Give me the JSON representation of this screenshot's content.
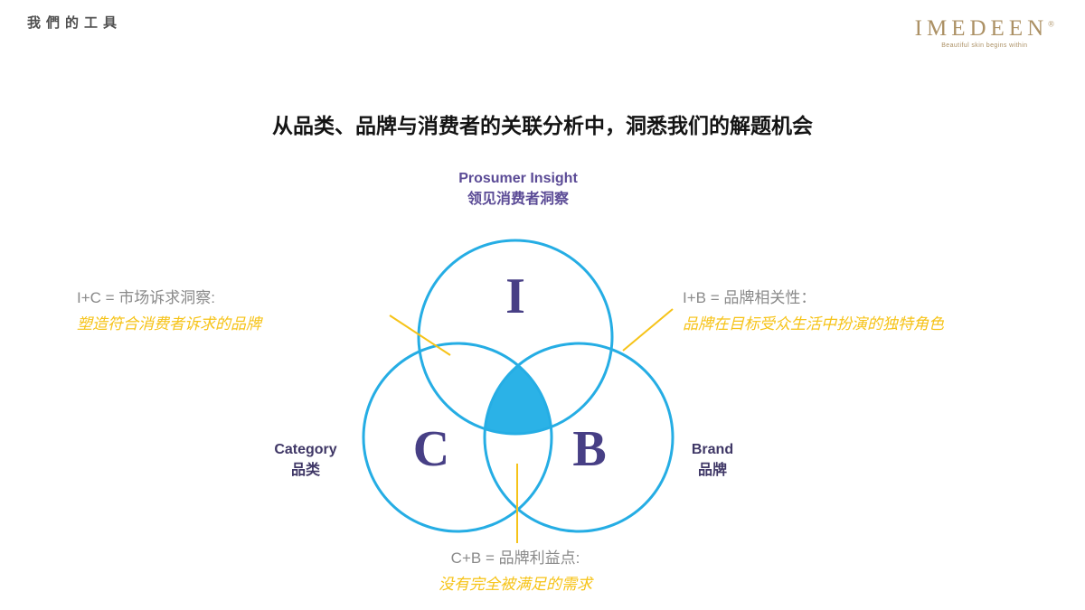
{
  "header": {
    "title": "我們的工具"
  },
  "logo": {
    "name": "IMEDEEN",
    "registered": "®",
    "tagline": "Beautiful skin begins within"
  },
  "slide": {
    "title": "从品类、品牌与消费者的关联分析中，洞悉我们的解题机会"
  },
  "venn": {
    "insight": {
      "letter": "I",
      "label_en": "Prosumer Insight",
      "label_zh": "领见消费者洞察"
    },
    "category": {
      "letter": "C",
      "label_en": "Category",
      "label_zh": "品类"
    },
    "brand": {
      "letter": "B",
      "label_en": "Brand",
      "label_zh": "品牌"
    }
  },
  "annotations": {
    "insight_category": {
      "heading": "I+C = 市场诉求洞察:",
      "body": "塑造符合消费者诉求的品牌"
    },
    "insight_brand": {
      "heading": "I+B = 品牌相关性：",
      "body": "品牌在目标受众生活中扮演的独特角色"
    },
    "category_brand": {
      "heading": "C+B = 品牌利益点:",
      "body": "没有完全被满足的需求"
    }
  },
  "colors": {
    "circle_stroke": "#25ade4",
    "center_fill": "#2bb2e7",
    "letter_purple": "#473f85",
    "label_purple": "#5b4b96",
    "label_dark_purple": "#3f3766",
    "heading_gray": "#8a8a8a",
    "accent_yellow": "#f6c318",
    "logo_gold": "#ac9165"
  }
}
